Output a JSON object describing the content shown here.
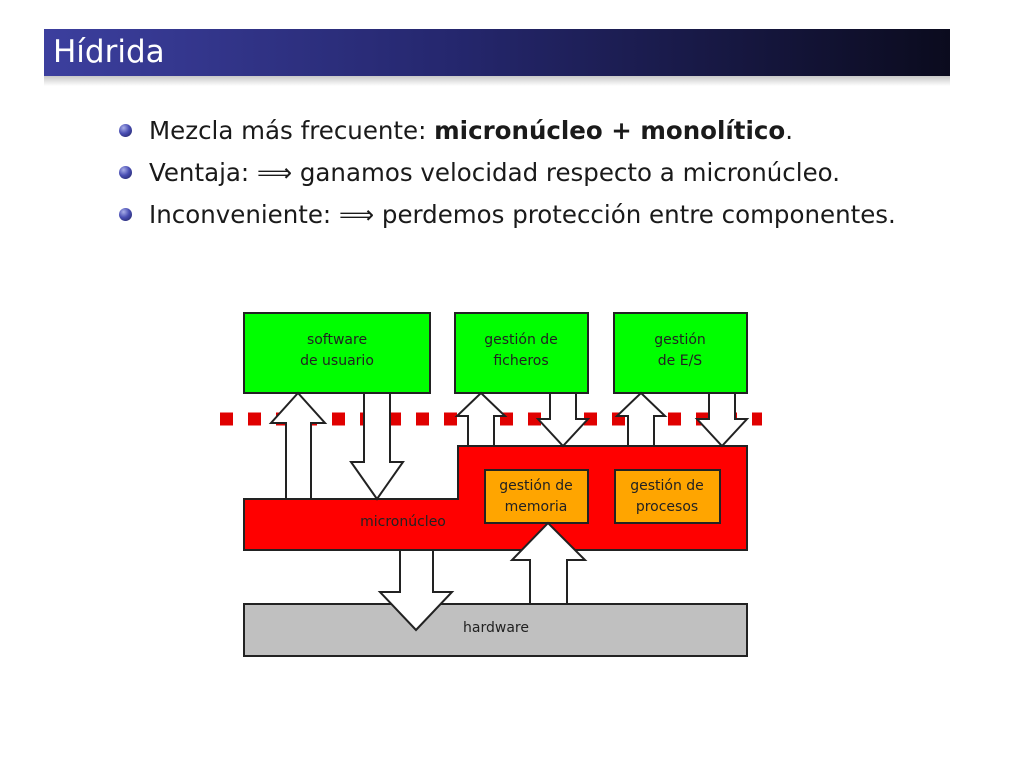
{
  "slide": {
    "title": "Hídrida"
  },
  "bullets": [
    {
      "prefix": "Mezcla más frecuente: ",
      "bold": "micronúcleo + monolítico",
      "suffix": "."
    },
    {
      "prefix": "Ventaja: ",
      "arrow": "⟹",
      "suffix": " ganamos velocidad respecto a micronúcleo."
    },
    {
      "prefix": "Inconveniente: ",
      "arrow": "⟹",
      "suffix": " perdemos protección entre componentes."
    }
  ],
  "diagram": {
    "boxes": {
      "software_usuario": {
        "line1": "software",
        "line2": "de usuario"
      },
      "gestion_ficheros": {
        "line1": "gestión de",
        "line2": "ficheros"
      },
      "gestion_es": {
        "line1": "gestión",
        "line2": "de E/S"
      },
      "micronucleo": {
        "label": "micronúcleo"
      },
      "gestion_memoria": {
        "line1": "gestión de",
        "line2": "memoria"
      },
      "gestion_procesos": {
        "line1": "gestión de",
        "line2": "procesos"
      },
      "hardware": {
        "label": "hardware"
      }
    },
    "colors": {
      "user_space": "#00ff00",
      "kernel": "#ff0000",
      "kernel_module": "#ffa500",
      "hardware": "#c0c0c0",
      "boundary": "#e00000"
    }
  }
}
